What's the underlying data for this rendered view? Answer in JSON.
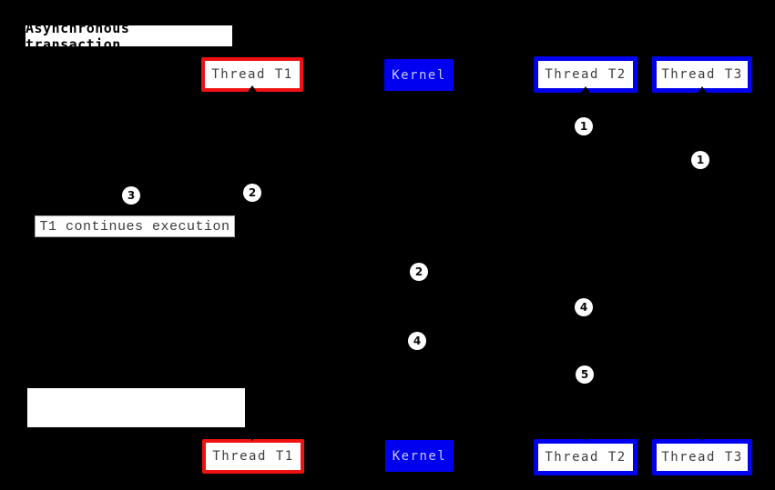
{
  "diagram": {
    "title": "Asynchronous transaction",
    "note": "T1 continues execution",
    "actors": [
      {
        "label": "Thread T1",
        "style": "red-border"
      },
      {
        "label": "Kernel",
        "style": "blue-fill"
      },
      {
        "label": "Thread T2",
        "style": "blue-border"
      },
      {
        "label": "Thread T3",
        "style": "blue-border"
      }
    ],
    "markers": [
      {
        "value": "1",
        "lifeline": "Thread T2"
      },
      {
        "value": "1",
        "lifeline": "Thread T3"
      },
      {
        "value": "2",
        "lifeline": "Thread T1"
      },
      {
        "value": "3",
        "lifeline": "left of Thread T1"
      },
      {
        "value": "2",
        "lifeline": "Kernel"
      },
      {
        "value": "4",
        "lifeline": "Thread T2"
      },
      {
        "value": "4",
        "lifeline": "Kernel"
      },
      {
        "value": "5",
        "lifeline": "Thread T2"
      }
    ],
    "colors": {
      "background": "#000000",
      "red_accent": "#f01212",
      "blue_accent": "#0000f0",
      "box_fill": "#ffffff",
      "box_text": "#3c3c3c",
      "kernel_text": "#c8c8ff"
    }
  }
}
